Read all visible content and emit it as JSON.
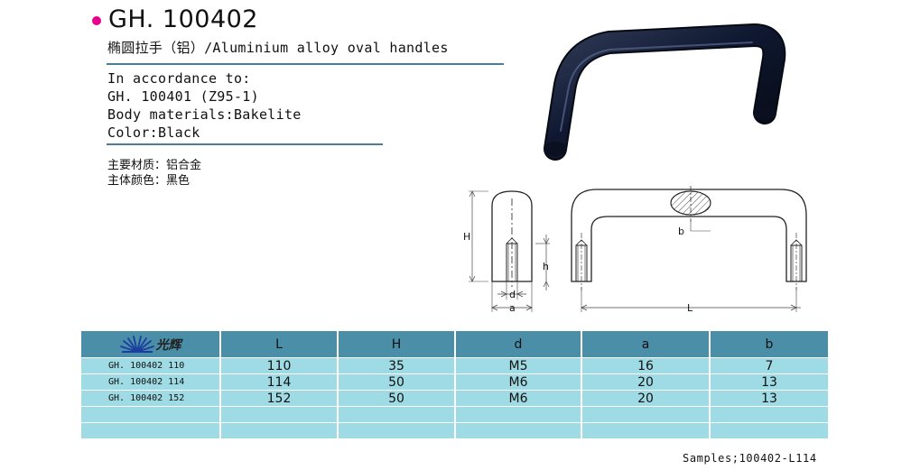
{
  "header": {
    "title": "GH. 100402",
    "subtitle": "椭圆拉手（铝）/Aluminium alloy oval handles"
  },
  "specs": [
    "In accordance to:",
    "GH. 100401 (Z95-1)",
    "Body materials:Bakelite",
    "Color:Black"
  ],
  "cn_specs": [
    "主要材质：铝合金",
    "主体颜色：黑色"
  ],
  "drawing_labels": {
    "H": "H",
    "h": "h",
    "d": "d",
    "a": "a",
    "b": "b",
    "L": "L"
  },
  "table": {
    "brand": "光辉",
    "columns": [
      "L",
      "H",
      "d",
      "a",
      "b"
    ],
    "rows": [
      {
        "model": "GH. 100402 110",
        "L": "110",
        "H": "35",
        "d": "M5",
        "a": "16",
        "b": "7"
      },
      {
        "model": "GH. 100402 114",
        "L": "114",
        "H": "50",
        "d": "M6",
        "a": "20",
        "b": "13"
      },
      {
        "model": "GH. 100402 152",
        "L": "152",
        "H": "50",
        "d": "M6",
        "a": "20",
        "b": "13"
      },
      {
        "model": "",
        "L": "",
        "H": "",
        "d": "",
        "a": "",
        "b": ""
      },
      {
        "model": "",
        "L": "",
        "H": "",
        "d": "",
        "a": "",
        "b": ""
      }
    ]
  },
  "footer": {
    "samples": "Samples;100402-L114"
  },
  "colors": {
    "bullet": "#e8008c",
    "rule": "#4a7e98",
    "table_header": "#4a8ea8",
    "table_row": "#9fdbe4",
    "handle": "#0d1628"
  }
}
